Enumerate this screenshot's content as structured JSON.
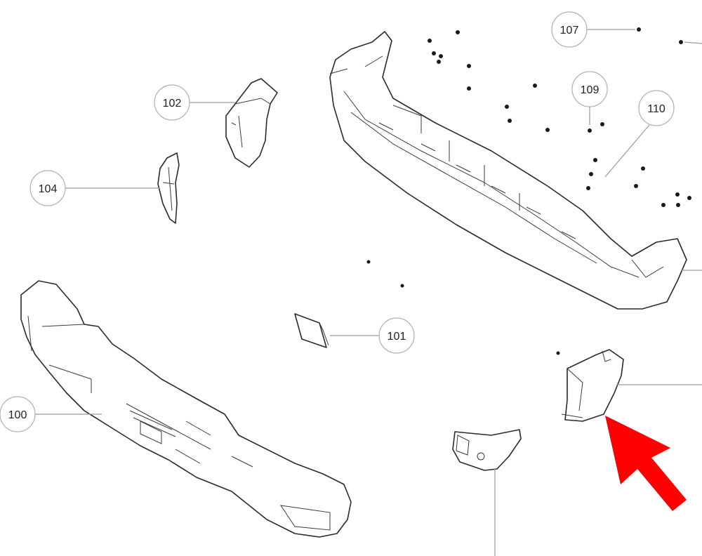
{
  "diagram": {
    "callouts": [
      {
        "id": "c100",
        "label": "100"
      },
      {
        "id": "c101",
        "label": "101"
      },
      {
        "id": "c102",
        "label": "102"
      },
      {
        "id": "c104",
        "label": "104"
      },
      {
        "id": "c107",
        "label": "107"
      },
      {
        "id": "c109",
        "label": "109"
      },
      {
        "id": "c110",
        "label": "110"
      }
    ],
    "colors": {
      "highlight_arrow": "#ff0000",
      "callout_border": "#b0b0b0",
      "linework": "#2a2a2a"
    },
    "icons": {
      "highlight": "arrow-icon"
    }
  }
}
